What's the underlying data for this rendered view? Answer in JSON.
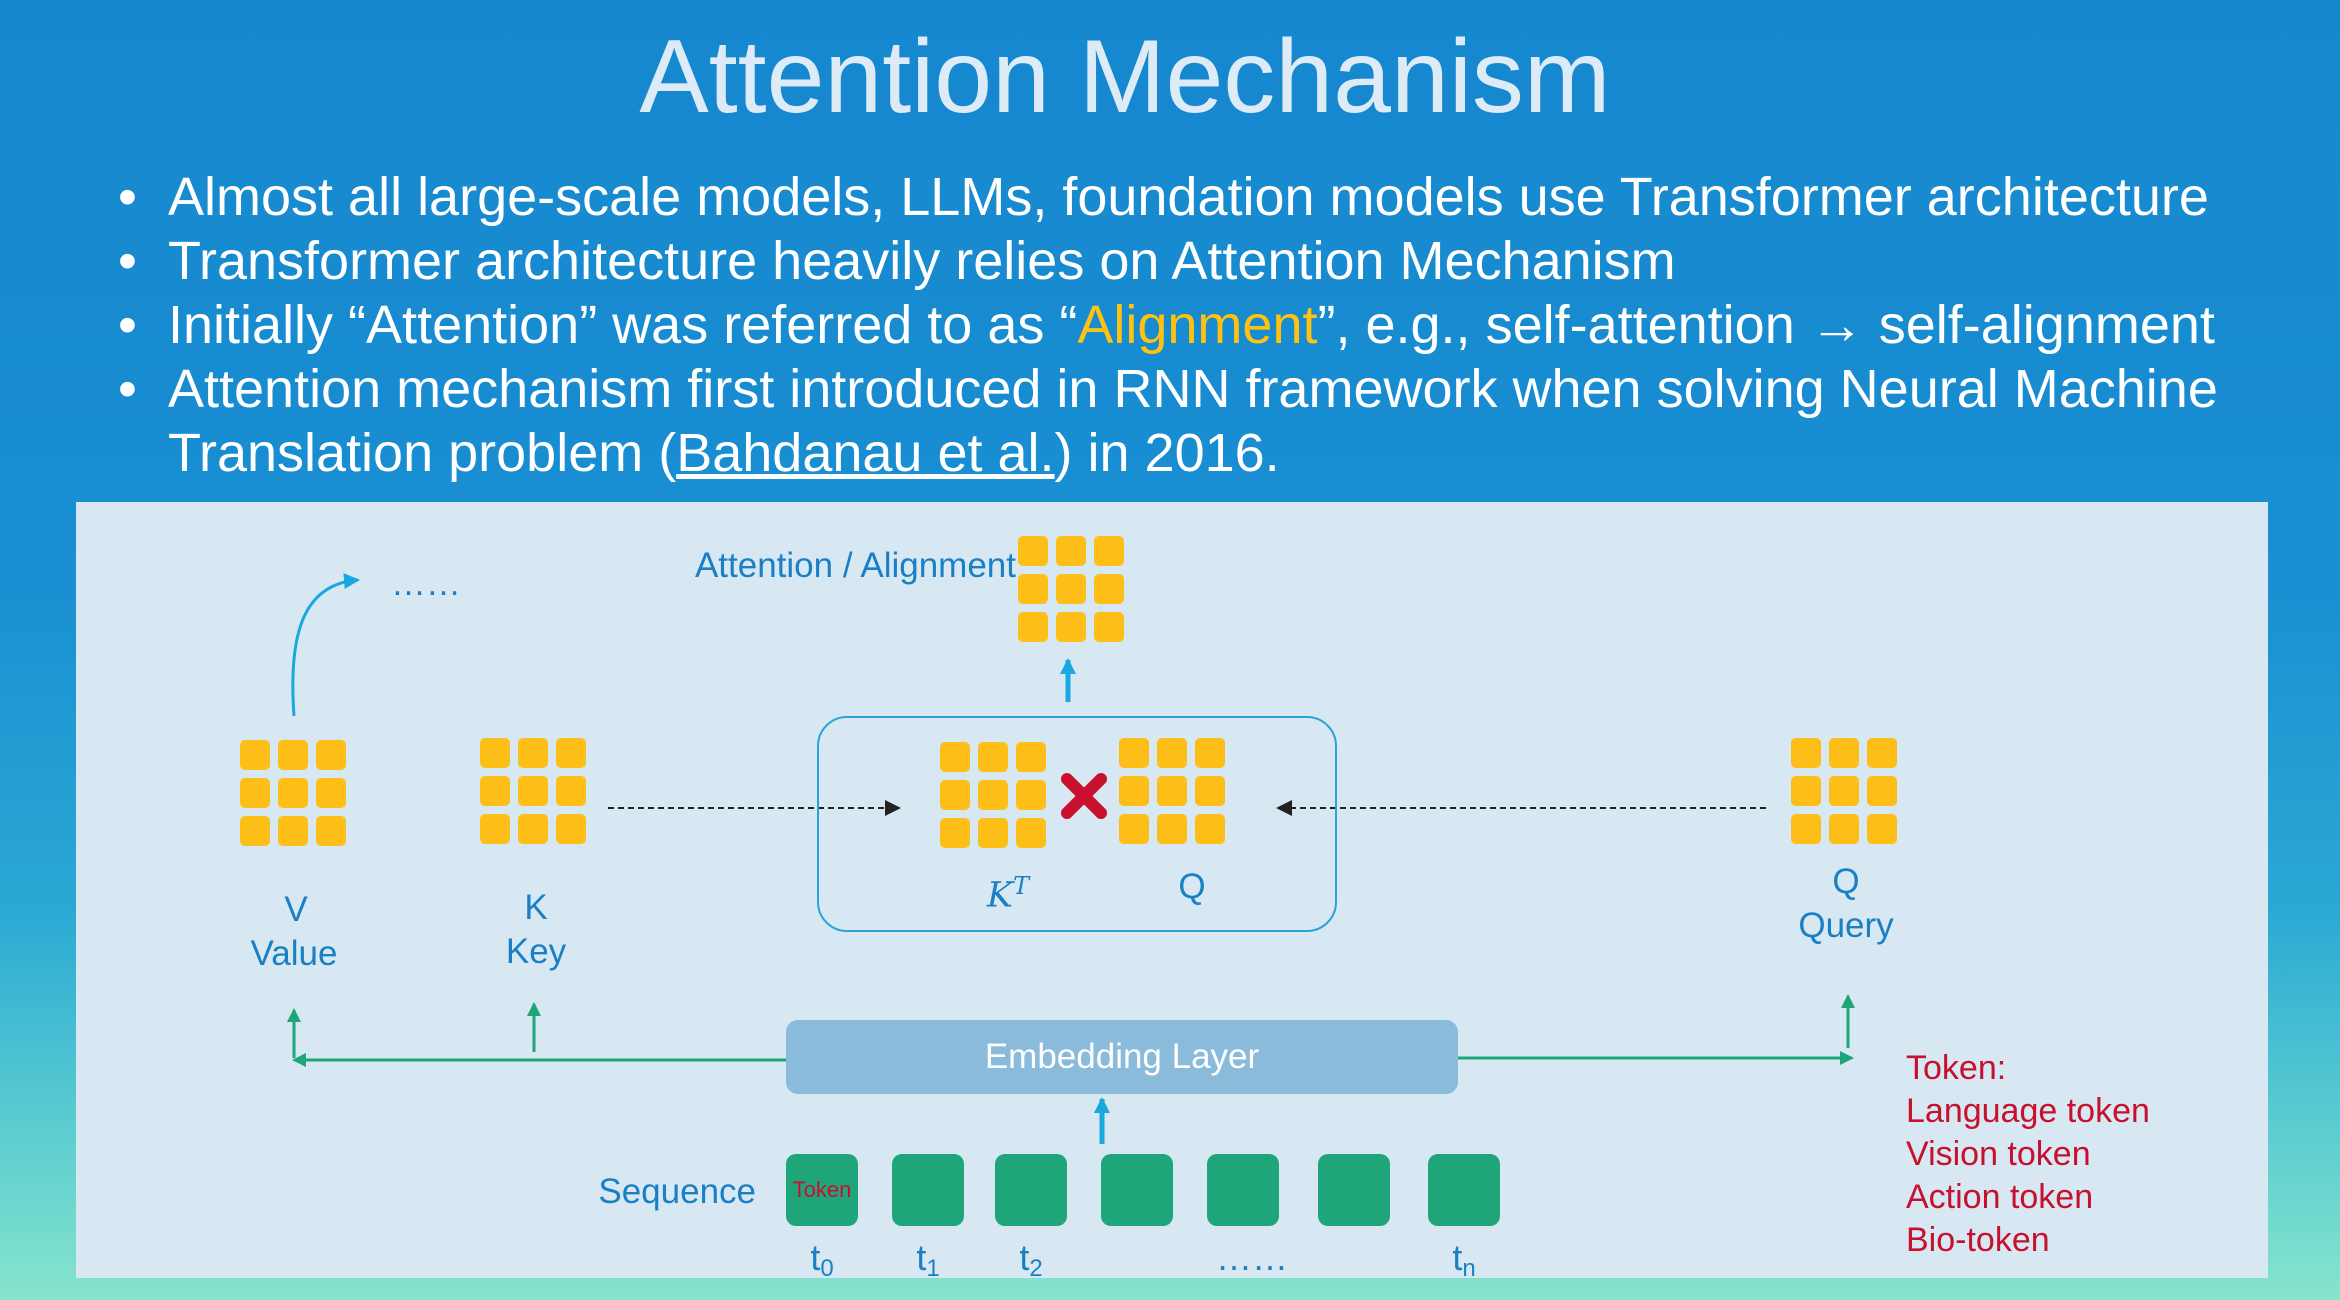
{
  "title": "Attention Mechanism",
  "bullets": [
    {
      "text": "Almost all large-scale models, LLMs, foundation models use Transformer architecture"
    },
    {
      "text": "Transformer architecture heavily relies on Attention Mechanism"
    },
    {
      "pre": "Initially “Attention” was referred to as “",
      "highlight": "Alignment",
      "post": "”, e.g., self-attention → self-alignment"
    },
    {
      "pre": "Attention mechanism first introduced in RNN framework when solving Neural Machine Translation problem (",
      "link": "Bahdanau et al.",
      "post": ") in 2016."
    }
  ],
  "diagram": {
    "attention_label": "Attention / Alignment",
    "ellipsis_top": "……",
    "v_symbol": "V",
    "v_name": "Value",
    "k_symbol": "K",
    "k_name": "Key",
    "kt_base": "K",
    "kt_sup": "T",
    "q_inner": "Q",
    "q_symbol": "Q",
    "q_name": "Query",
    "embedding": "Embedding Layer",
    "sequence_label": "Sequence",
    "token_text": "Token",
    "t_labels": [
      {
        "base": "t",
        "sub": "0"
      },
      {
        "base": "t",
        "sub": "1"
      },
      {
        "base": "t",
        "sub": "2"
      },
      {
        "base": "……",
        "sub": ""
      },
      {
        "base": "t",
        "sub": "n"
      }
    ],
    "legend": [
      "Token:",
      "Language token",
      "Vision token",
      "Action token",
      "Bio-token"
    ],
    "colors": {
      "matrix": "#fdbf17",
      "token": "#1fa57a",
      "text": "#1b7fc4",
      "legend": "#c8102e",
      "cross": "#c8102e",
      "arrow_green": "#1fa57a",
      "arrow_blue": "#19a8e0"
    }
  }
}
